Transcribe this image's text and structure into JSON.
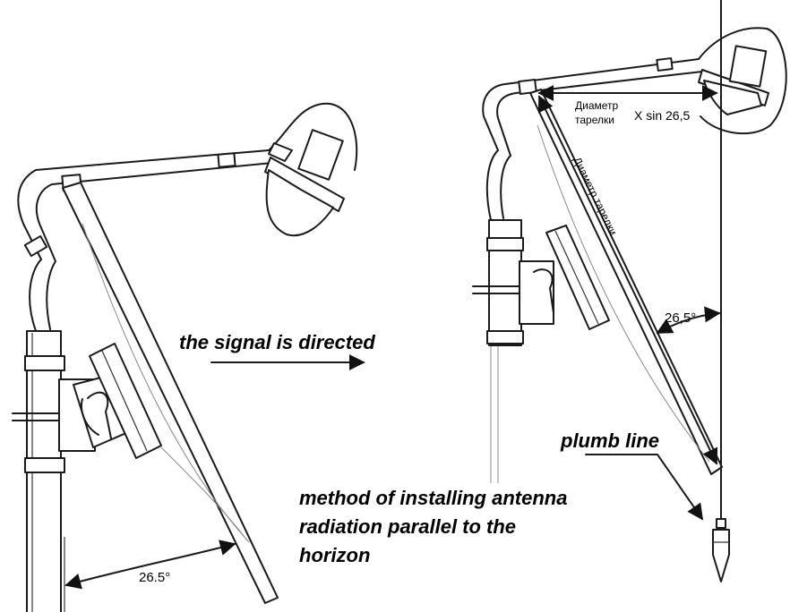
{
  "labels": {
    "signal_direction": "the signal is directed",
    "plumb_line": "plumb line",
    "method_line1": "method of installing antenna",
    "method_line2": "radiation parallel to the",
    "method_line3": "horizon",
    "left_angle": "26.5°",
    "right_angle": "26,5°",
    "dish_diameter_top_line1": "Диаметр",
    "dish_diameter_top_line2": "тарелки",
    "formula": "X sin 26,5",
    "dish_diameter_diagonal": "Диаметр тарелки"
  }
}
